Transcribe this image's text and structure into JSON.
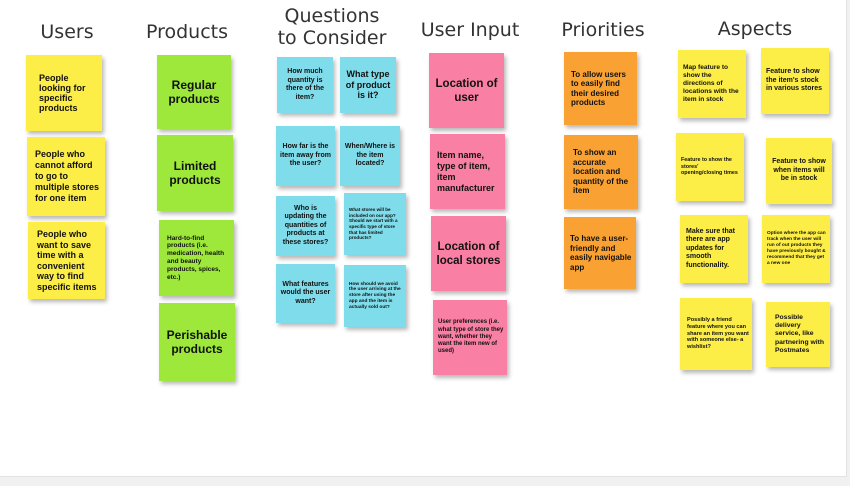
{
  "colors": {
    "yellow": "#fdee47",
    "green": "#9de83a",
    "cyan": "#7fdcea",
    "pink": "#f97fa4",
    "orange": "#f9a132"
  },
  "columns": {
    "users": {
      "title": "Users",
      "notes": [
        "People looking for specific products",
        "People who cannot afford to go to multiple stores for one item",
        "People who want to save time with a convenient way to find specific items"
      ]
    },
    "products": {
      "title": "Products",
      "notes": [
        "Regular products",
        "Limited products",
        "Hard-to-find products (i.e. medication, health and beauty products, spices, etc.)",
        "Perishable products"
      ]
    },
    "questions": {
      "title": "Questions\nto Consider",
      "notes": [
        "How much quantity is there of the item?",
        "What type of product is it?",
        "How far is the item away from the user?",
        "When/Where is the item located?",
        "Who is updating the quantities of products at these stores?",
        "What stores will be included on our app? Should we start with a specific type of store that has limited products?",
        "What features would the user want?",
        "How should we avoid the user arriving at the store after using the app and the item is actually sold out?"
      ]
    },
    "user_input": {
      "title": "User Input",
      "notes": [
        "Location of user",
        "Item name, type of item, item manufacturer",
        "Location of local stores",
        "User preferences (i.e. what type of store they want, whether they want the item new of used)"
      ]
    },
    "priorities": {
      "title": "Priorities",
      "notes": [
        "To allow users to easily find their desired products",
        "To show an accurate location and quantity of the item",
        "To have a user-friendly and easily navigable app"
      ]
    },
    "aspects": {
      "title": "Aspects",
      "notes": [
        "Map feature to show the directions of locations with the item in stock",
        "Feature to show the item's stock in various stores",
        "Feature to show the stores' opening/closing times",
        "Feature to show when items will be in stock",
        "Make sure that there are app updates for smooth functionality.",
        "Option where the app can track when the user will run of out products they have previously bought & recommend that they get a new one",
        "Possibly a friend feature where you can share an item you want with someone else- a wishlist?",
        "Possible delivery service, like partnering with Postmates"
      ]
    }
  }
}
